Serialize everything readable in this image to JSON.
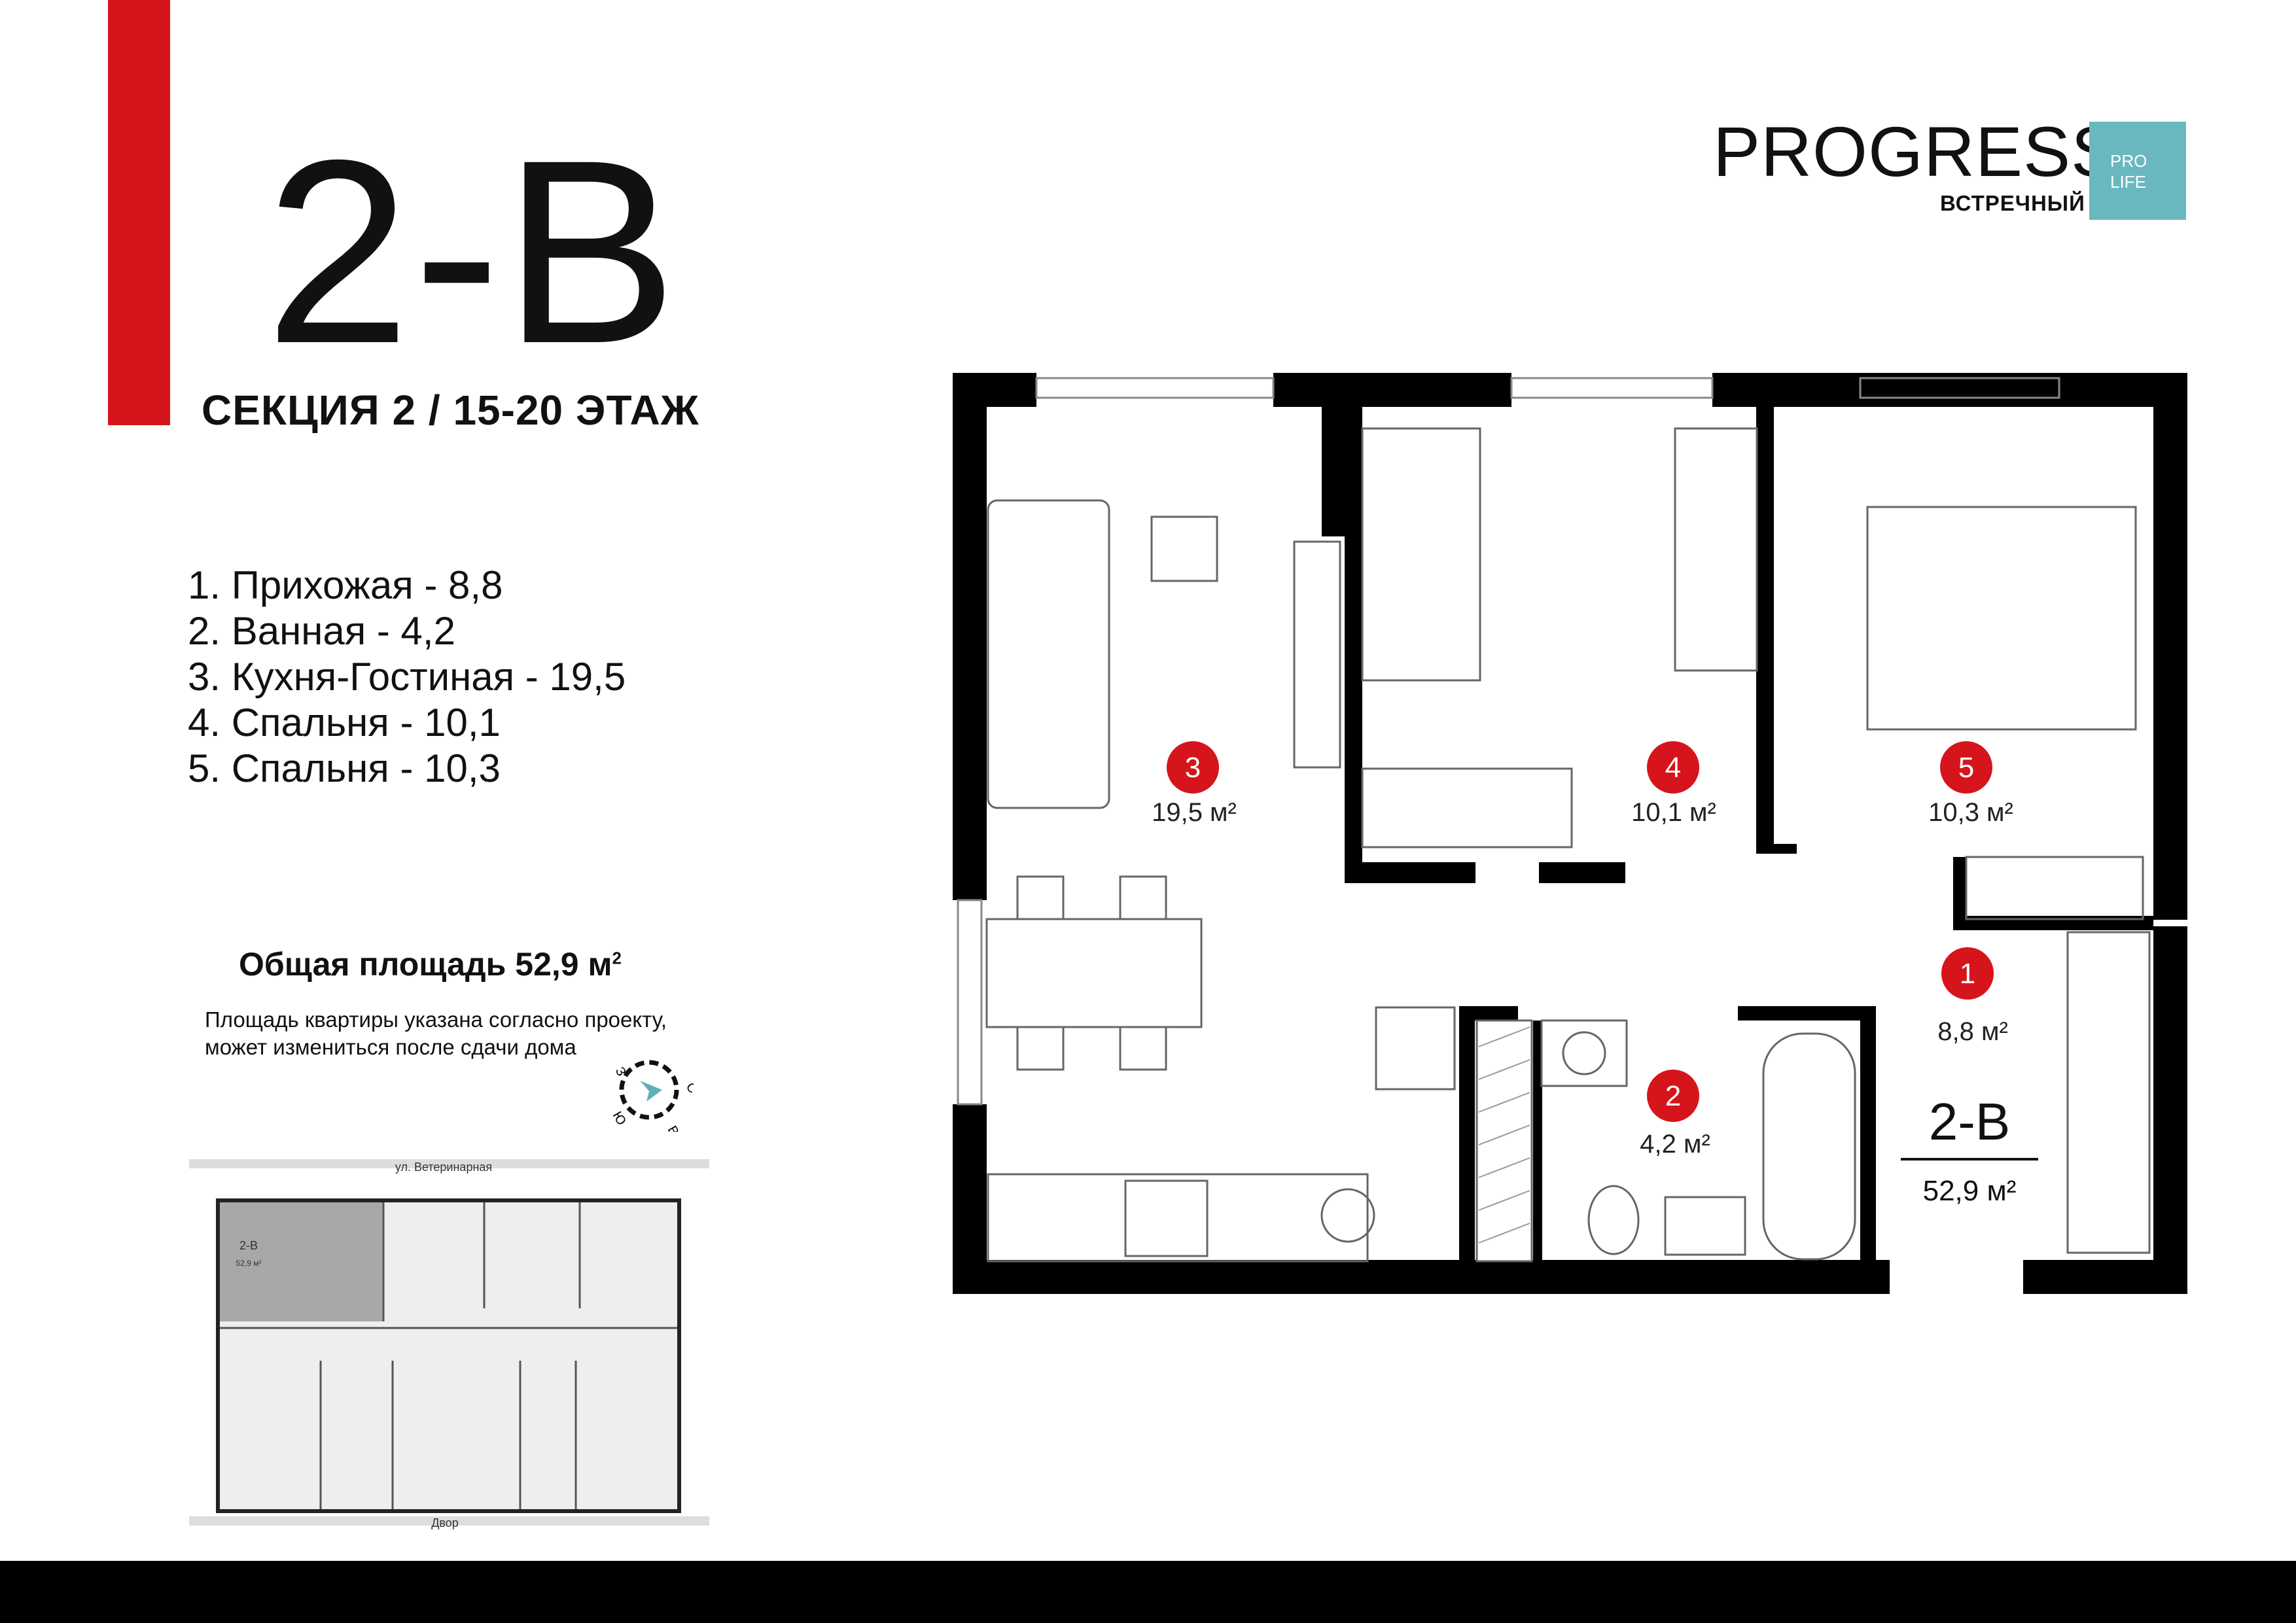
{
  "apartment": {
    "code": "2-В",
    "section_floor": "СЕКЦИЯ 2 / 15-20 ЭТАЖ"
  },
  "rooms": [
    {
      "num": "1",
      "label": "1. Прихожая - 8,8",
      "area": "8,8 м²"
    },
    {
      "num": "2",
      "label": "2. Ванная - 4,2",
      "area": "4,2 м²"
    },
    {
      "num": "3",
      "label": "3. Кухня-Гостиная - 19,5",
      "area": "19,5 м²"
    },
    {
      "num": "4",
      "label": "4. Спальня - 10,1",
      "area": "10,1 м²"
    },
    {
      "num": "5",
      "label": "5. Спальня - 10,3",
      "area": "10,3 м²"
    }
  ],
  "total": {
    "text": "Общая площадь 52,9 м",
    "sup": "2",
    "note_line1": "Площадь квартиры указана согласно проекту,",
    "note_line2": "может измениться после сдачи дома"
  },
  "compass": {
    "n": "С",
    "s": "Ю",
    "e": "В",
    "w": "З"
  },
  "logo": {
    "word": "PROGRESS",
    "sub": "ВСТРЕЧНЫЙ",
    "badge_line1": "PRO",
    "badge_line2": "LIFE"
  },
  "plan": {
    "code": "2-В",
    "total": "52,9 м²"
  },
  "mini_plan": {
    "street": "ул. Ветеринарная",
    "yard": "Двор",
    "unit_code": "2-В",
    "unit_area": "52,9 м²"
  },
  "colors": {
    "accent_red": "#d6141b",
    "logo_teal": "#6ab8bf",
    "highlight_grey": "#a8a8a8"
  }
}
